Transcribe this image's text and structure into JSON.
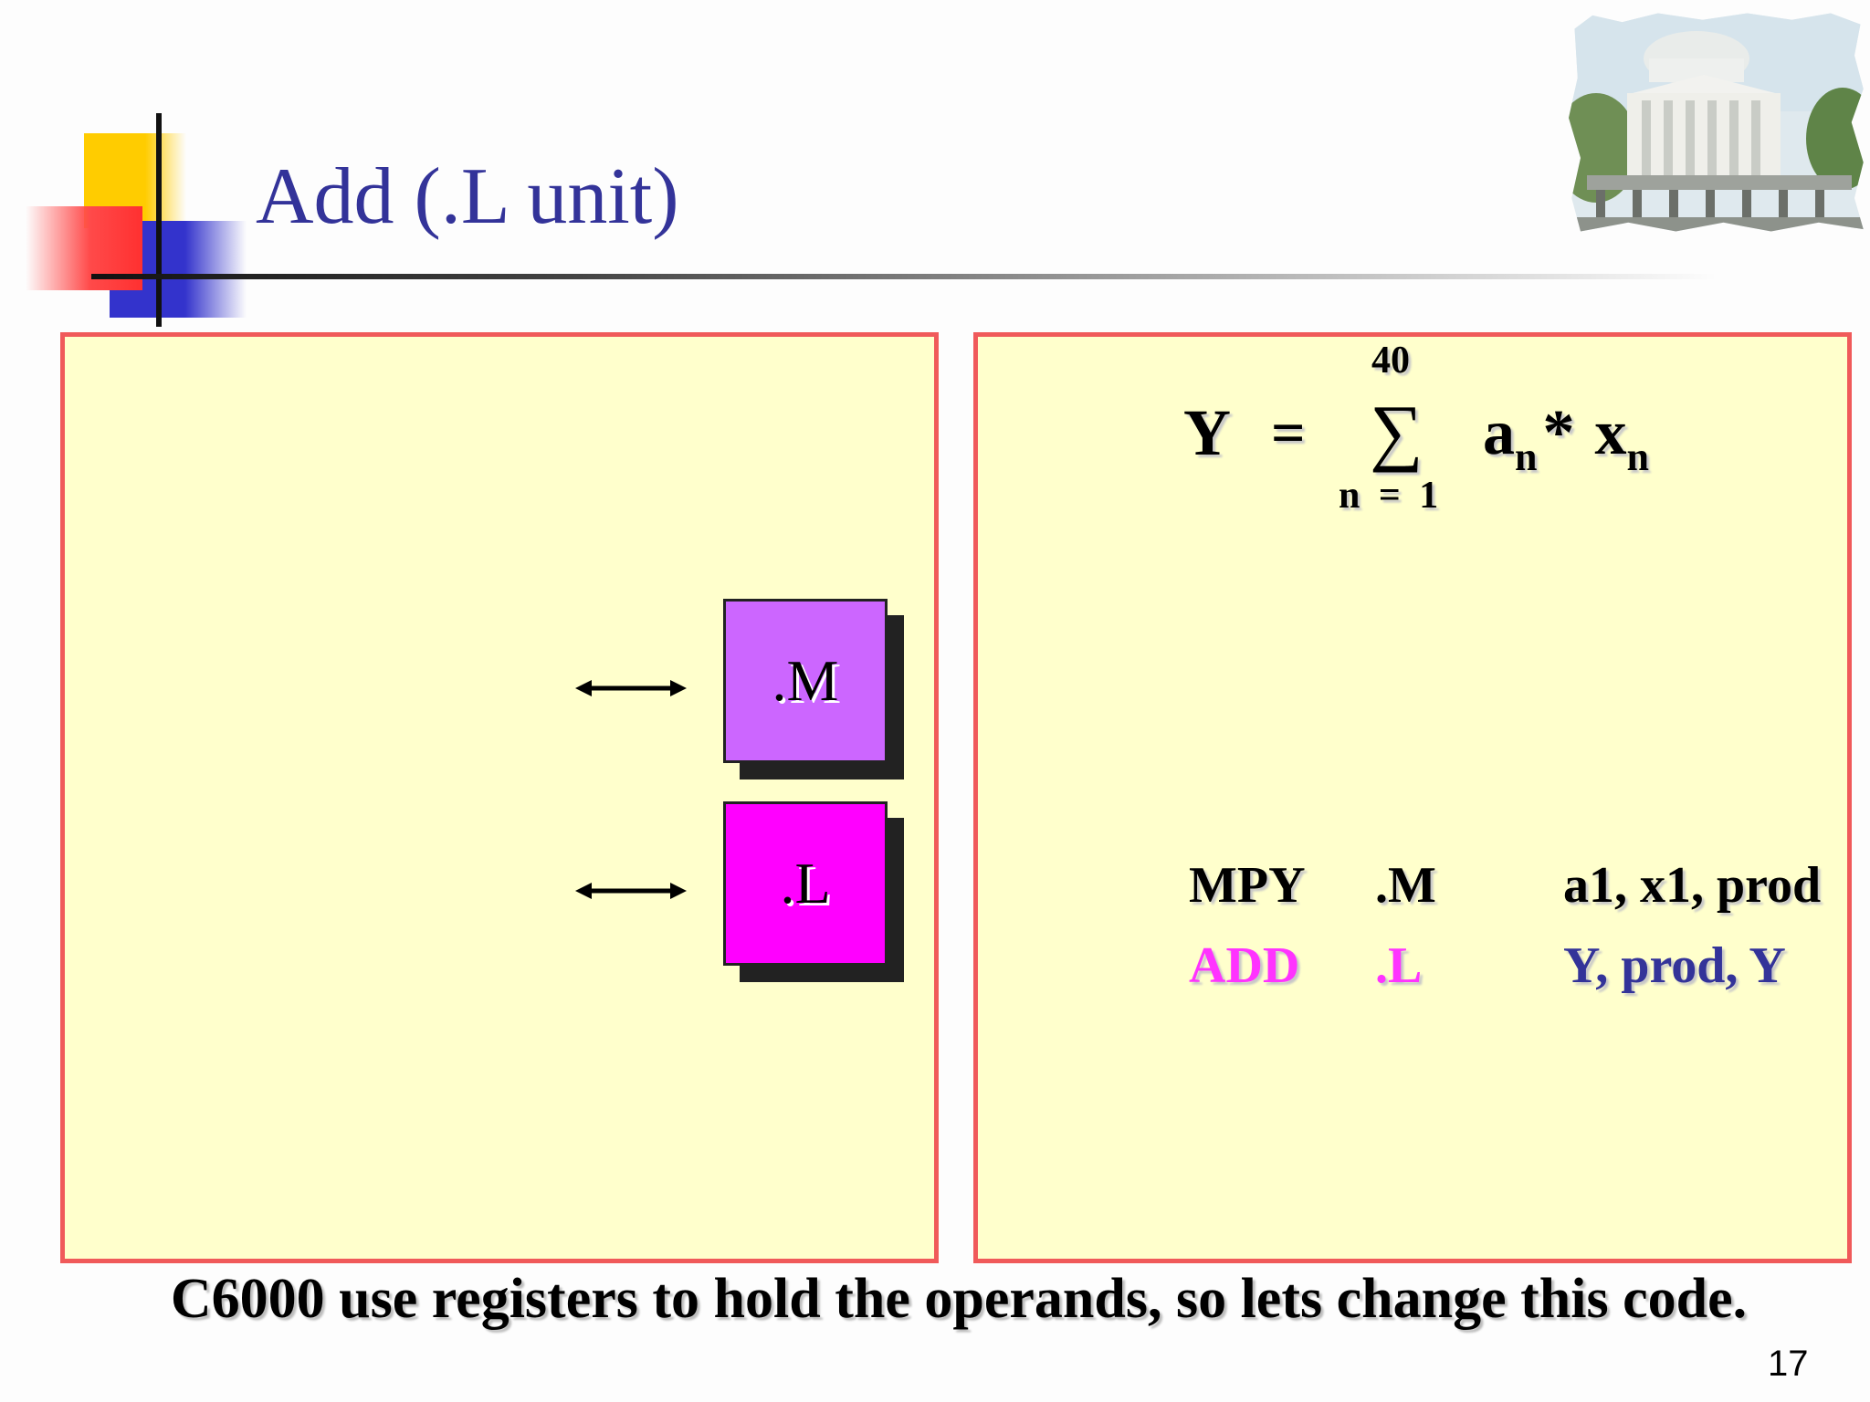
{
  "slide": {
    "title": "Add (.L unit)",
    "number": "17",
    "footer": "C6000 use registers to hold the operands, so lets change this code."
  },
  "units": [
    {
      "label": ".M",
      "color": "#cc66ff"
    },
    {
      "label": ".L",
      "color": "#ff00ff"
    }
  ],
  "equation": {
    "lhs": "Y",
    "equals": "=",
    "upper_limit": "40",
    "sigma": "∑",
    "lower_limit": "n = 1",
    "term_a": "a",
    "term_a_sub": "n",
    "multiply": "*",
    "term_x": "x",
    "term_x_sub": "n"
  },
  "code": [
    {
      "op": "MPY",
      "unit": ".M",
      "args": "a1, x1, prod",
      "color": "#000000"
    },
    {
      "op": "ADD",
      "unit": ".L",
      "args": "Y, prod, Y",
      "op_color": "#ff33ff",
      "args_color": "#333399"
    }
  ],
  "colors": {
    "title": "#333399",
    "panel_fill": "#ffffcc",
    "panel_border": "#f05a5a"
  }
}
